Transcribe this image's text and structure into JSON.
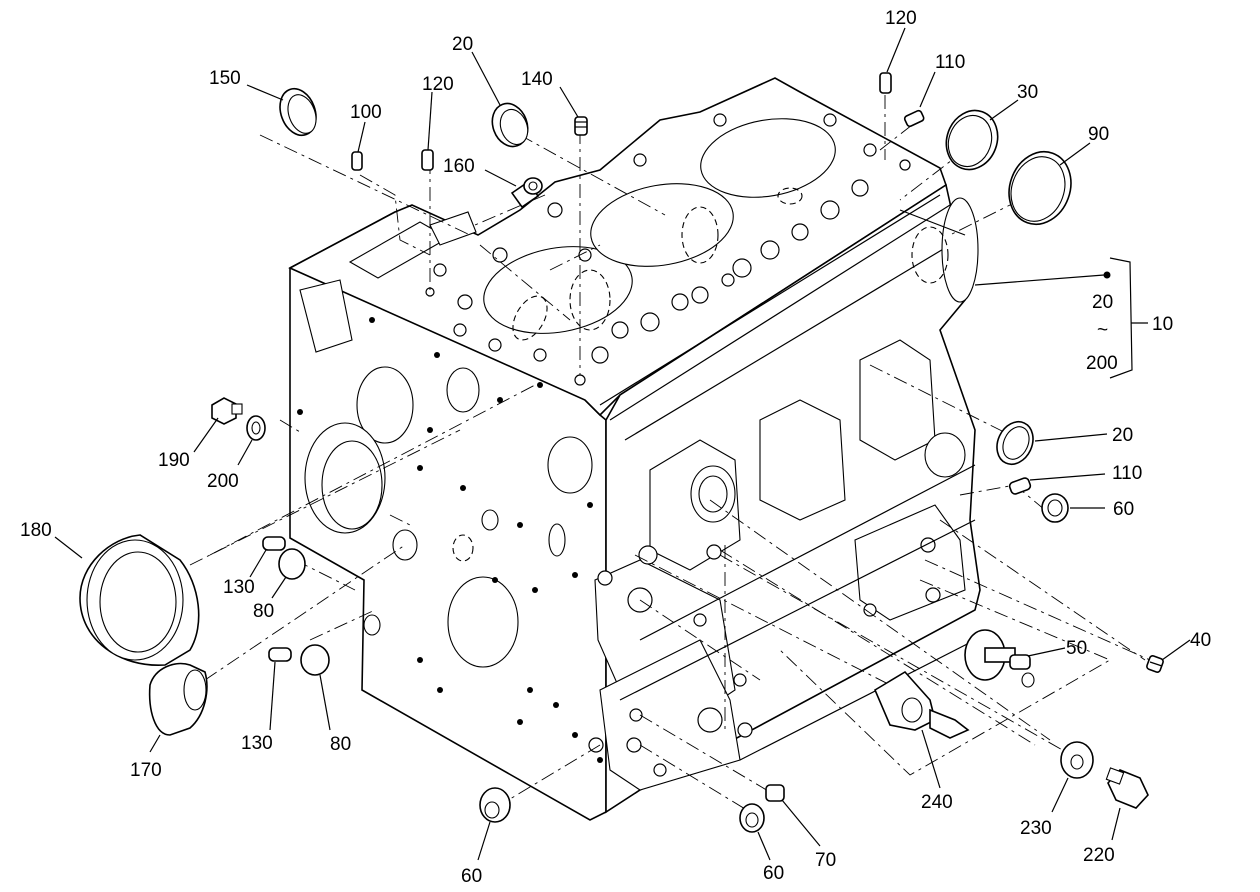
{
  "labels": {
    "l150": "150",
    "l20a": "20",
    "l100": "100",
    "l120a": "120",
    "l140": "140",
    "l160": "160",
    "l120b": "120",
    "l110a": "110",
    "l30": "30",
    "l90": "90",
    "l20r": "20",
    "l200r": "200",
    "l10": "10",
    "l190": "190",
    "l200": "200",
    "l180": "180",
    "l130a": "130",
    "l80a": "80",
    "l130b": "130",
    "l80b": "80",
    "l170": "170",
    "l20b": "20",
    "l110b": "110",
    "l60a": "60",
    "l40": "40",
    "l50": "50",
    "l240": "240",
    "l230": "230",
    "l220": "220",
    "l60b": "60",
    "l60c": "60",
    "l70": "70"
  },
  "range_separator": "~"
}
